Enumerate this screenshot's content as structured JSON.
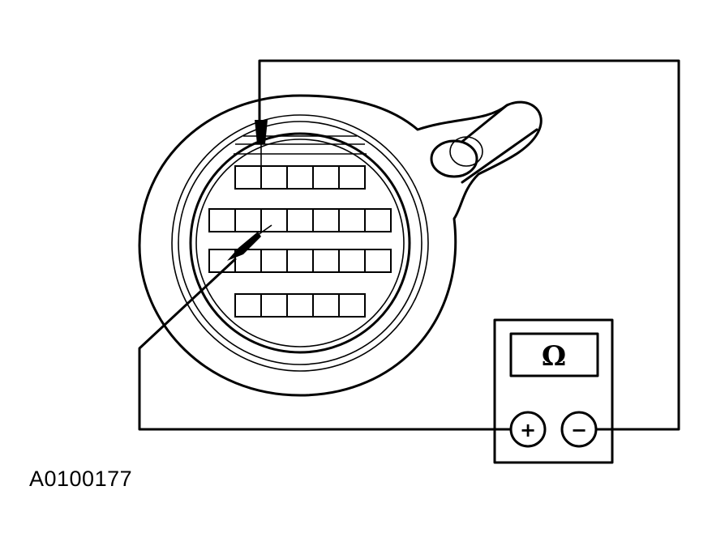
{
  "figure": {
    "id": "A0100177"
  },
  "meter": {
    "unit_symbol": "Ω",
    "positive_terminal": "+",
    "negative_terminal": "−"
  },
  "connector": {
    "rows": [
      5,
      7,
      7,
      5
    ]
  }
}
